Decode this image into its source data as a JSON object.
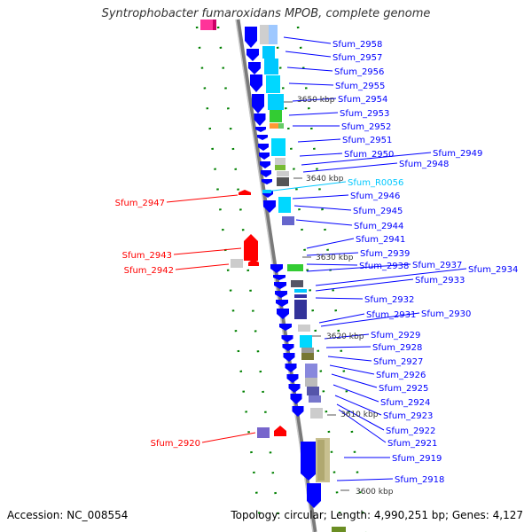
{
  "title": "Syntrophobacter fumaroxidans MPOB, complete genome",
  "footer": {
    "accession": "Accession: NC_008554",
    "summary": "Topology: circular; Length: 4,990,251 bp; Genes: 4,127"
  },
  "colors": {
    "forward_gene": "#0000ff",
    "reverse_gene": "#ff0000",
    "rna": "#00c8ff",
    "backbone": "#999999",
    "tick": "#008000"
  },
  "ticks": [
    "3650 kbp",
    "3640 kbp",
    "3630 kbp",
    "3620 kbp",
    "3610 kbp",
    "3600 kbp"
  ],
  "right_labels": [
    "Sfum_2958",
    "Sfum_2957",
    "Sfum_2956",
    "Sfum_2955",
    "Sfum_2954",
    "Sfum_2953",
    "Sfum_2952",
    "Sfum_2951",
    "Sfum_2950",
    "Sfum_2949",
    "Sfum_2948",
    "Sfum_R0056",
    "Sfum_2946",
    "Sfum_2945",
    "Sfum_2944",
    "Sfum_2941",
    "Sfum_2939",
    "Sfum_2938",
    "Sfum_2937",
    "Sfum_2934",
    "Sfum_2933",
    "Sfum_2932",
    "Sfum_2931",
    "Sfum_2930",
    "Sfum_2929",
    "Sfum_2928",
    "Sfum_2927",
    "Sfum_2926",
    "Sfum_2925",
    "Sfum_2924",
    "Sfum_2923",
    "Sfum_2922",
    "Sfum_2921",
    "Sfum_2919",
    "Sfum_2918"
  ],
  "left_labels": [
    "Sfum_2947",
    "Sfum_2943",
    "Sfum_2942",
    "Sfum_2920"
  ]
}
